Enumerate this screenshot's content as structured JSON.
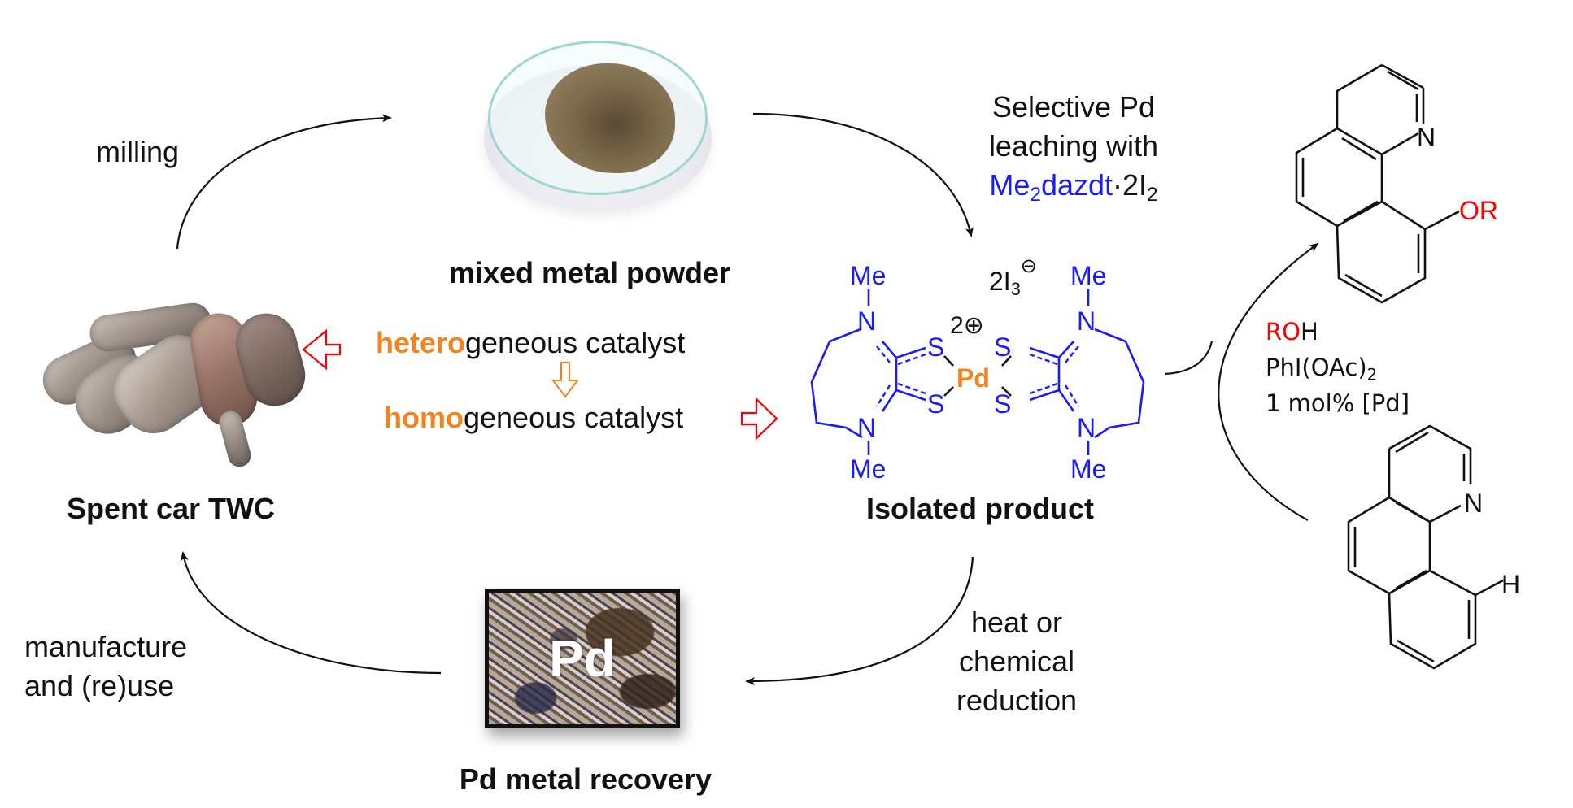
{
  "nodes": {
    "spent_twc": {
      "label": "Spent car TWC",
      "image": "catalytic-converters-photo"
    },
    "mixed_powder": {
      "label": "mixed metal powder",
      "image": "petri-dish-powder-photo"
    },
    "isolated_product": {
      "label": "Isolated product"
    },
    "pd_recovery": {
      "label": "Pd metal recovery",
      "image_text": "Pd"
    }
  },
  "steps": {
    "milling": "milling",
    "leaching": {
      "line1": "Selective Pd",
      "line2": "leaching with",
      "reagent_main": "Me",
      "reagent_sub": "2",
      "reagent_rest": "dazdt",
      "reagent_dot": "·2I",
      "reagent_dot_sub": "2"
    },
    "reduction": {
      "line1": "heat or",
      "line2": "chemical",
      "line3": "reduction"
    },
    "reuse": {
      "line1": "manufacture",
      "line2": "and (re)use"
    }
  },
  "catalyst_note": {
    "hetero_prefix": "hetero",
    "hetero_suffix": "geneous catalyst",
    "homo_prefix": "homo",
    "homo_suffix": "geneous catalyst"
  },
  "complex": {
    "counterion": "2I",
    "counterion_sub": "3",
    "counterion_charge": "⊖",
    "charge": "2⊕",
    "metal": "Pd",
    "atoms": {
      "me": "Me",
      "n": "N",
      "s": "S"
    }
  },
  "catalysis": {
    "conditions": {
      "roh_red": "RO",
      "roh_black": "H",
      "oxidant": "PhI(OAc)",
      "oxidant_sub": "2",
      "loading": "1 mol% [Pd]"
    },
    "product": {
      "n": "N",
      "substituent": "OR"
    },
    "substrate": {
      "n": "N",
      "substituent": "H"
    }
  },
  "colors": {
    "ligand": "#1a1aff",
    "metal": "#f58220",
    "arrow_red": "#ff0000",
    "highlight": "#f58220"
  }
}
